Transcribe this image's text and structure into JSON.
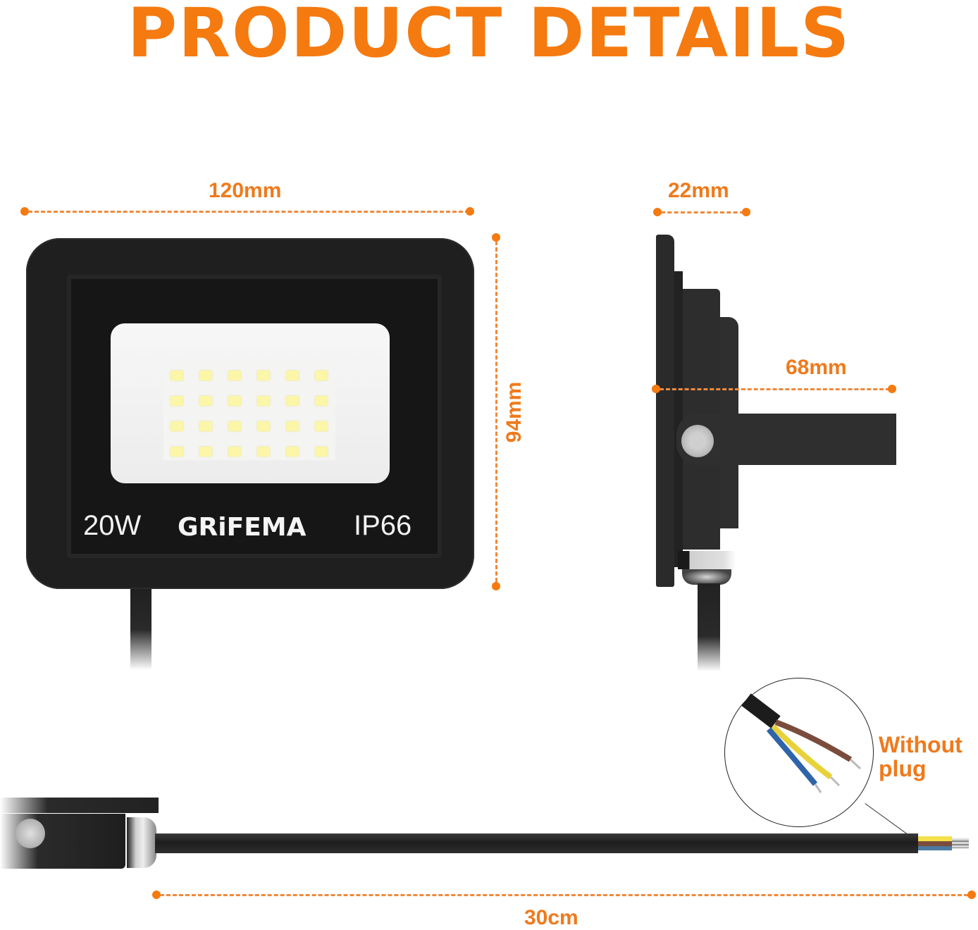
{
  "title": "PRODUCT DETAILS",
  "dimensions": {
    "width": "120mm",
    "height": "94mm",
    "depth": "22mm",
    "bracket_depth": "68mm",
    "cable_length": "30cm"
  },
  "product_labels": {
    "power": "20W",
    "brand": "GRiFEMA",
    "rating": "IP66"
  },
  "led_grid": {
    "rows": 4,
    "cols": 6
  },
  "callout": {
    "line1": "Without",
    "line2": "plug"
  },
  "wire_colors": {
    "brown": "#7a4c3c",
    "yellow_green": "#f3e04a",
    "blue": "#4d7aa0"
  },
  "colors": {
    "accent": "#f57a10",
    "housing": "#1f1f1f",
    "lens": "#f2f2f2",
    "led": "#fbf6a8"
  }
}
